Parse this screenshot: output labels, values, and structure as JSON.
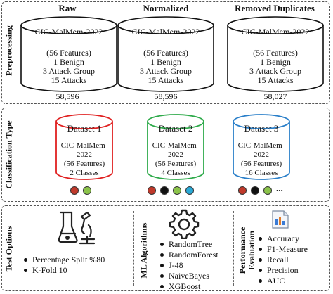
{
  "preprocessing": {
    "label": "Preprocessing",
    "columns": [
      {
        "header": "Raw",
        "name": "CIC-MalMem-2022",
        "lines": [
          "(56 Features)",
          "1 Benign",
          "3 Attack Group",
          "15 Attacks"
        ],
        "count": "58,596"
      },
      {
        "header": "Normalized",
        "name": "CIC-MalMem-2022",
        "lines": [
          "(56 Features)",
          "1 Benign",
          "3 Attack Group",
          "15 Attacks"
        ],
        "count": "58,596"
      },
      {
        "header": "Removed Duplicates",
        "name": "CIC-MalMem-2022",
        "lines": [
          "(56 Features)",
          "1 Benign",
          "3 Attack Group",
          "15 Attacks"
        ],
        "count": "58,027"
      }
    ]
  },
  "classification": {
    "label": "Classification Type",
    "datasets": [
      {
        "title": "Dataset 1",
        "lines": [
          "CIC-MalMem-",
          "2022",
          "(56 Features)",
          "2 Classes"
        ],
        "color": "#e02020",
        "dots": [
          "#c0392b",
          "#8bc34a"
        ],
        "ellipsis": ""
      },
      {
        "title": "Dataset 2",
        "lines": [
          "CIC-MalMem-",
          "2022",
          "(56 Features)",
          "4 Classes"
        ],
        "color": "#2eaa4a",
        "dots": [
          "#c0392b",
          "#111111",
          "#8bc34a",
          "#29a9d6"
        ],
        "ellipsis": ""
      },
      {
        "title": "Dataset 3",
        "lines": [
          "CIC-MalMem-",
          "2022",
          "(56 Features)",
          "16 Classes"
        ],
        "color": "#2a7fc9",
        "dots": [
          "#c0392b",
          "#111111",
          "#8bc34a"
        ],
        "ellipsis": "..."
      }
    ]
  },
  "bottom": {
    "test_options": {
      "label": "Test Options",
      "icon": "microscope-icon",
      "items": [
        "Percentage Split %80",
        "K-Fold 10"
      ]
    },
    "ml_algorithms": {
      "label": "ML Algorithms",
      "icon": "gear-icon",
      "items": [
        "RandomTree",
        "RandomForest",
        "J-48",
        "NaiveBayes",
        "XGBoost"
      ]
    },
    "performance": {
      "label": "Performance Evaluation",
      "label_lines": [
        "Performance",
        "Evaluation"
      ],
      "icon": "report-chart-icon",
      "items": [
        "Accuracy",
        "F1-Measure",
        "Recall",
        "Precision",
        "AUC"
      ]
    }
  }
}
